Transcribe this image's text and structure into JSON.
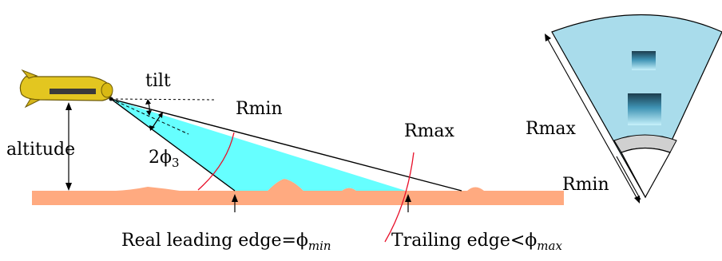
{
  "labels": {
    "tilt": "tilt",
    "altitude": "altitude",
    "two_phi": "2ϕ",
    "two_phi_sub": "3",
    "rmin_side": "Rmin",
    "rmax_side": "Rmax",
    "rmax_fan": "Rmax",
    "rmin_fan": "Rmin",
    "leading_edge_prefix": "Real leading edge=ϕ",
    "leading_edge_sub": "min",
    "trailing_edge_prefix": "Trailing edge<ϕ",
    "trailing_edge_sub": "max"
  },
  "colors": {
    "beam": "#66ffff",
    "seabed": "#ffaa80",
    "sonar_fan": "#a9dceb",
    "range_marker": "#e8102a",
    "vehicle": "#e3c620",
    "blind_zone": "#d0d0d0"
  }
}
